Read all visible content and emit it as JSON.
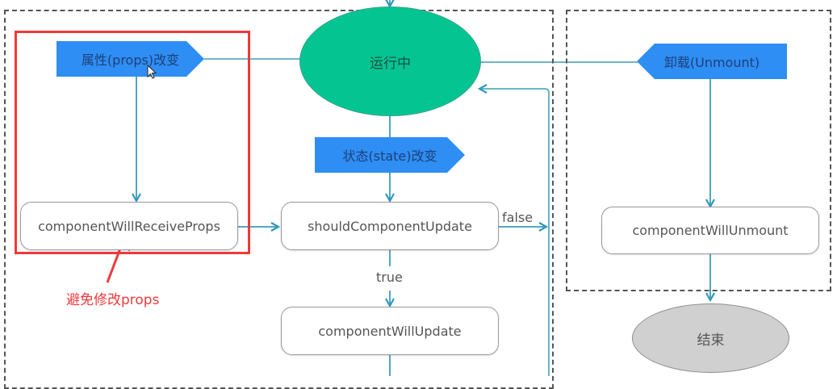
{
  "colors": {
    "tag_fill": "#2e8ef3",
    "running_fill": "#04c592",
    "end_fill": "#d0d0d0",
    "edge": "#3a9db8",
    "highlight": "#f0393b"
  },
  "nodes": {
    "props_change": "属性(props)改变",
    "running": "运行中",
    "unmount": "卸载(Unmount)",
    "state_change": "状态(state)改变",
    "will_receive_props": "componentWillReceiveProps",
    "should_update": "shouldComponentUpdate",
    "will_update": "componentWillUpdate",
    "will_unmount": "componentWillUnmount",
    "end": "结束"
  },
  "edge_labels": {
    "false": "false",
    "true": "true"
  },
  "annotation": {
    "text": "避免修改props"
  }
}
